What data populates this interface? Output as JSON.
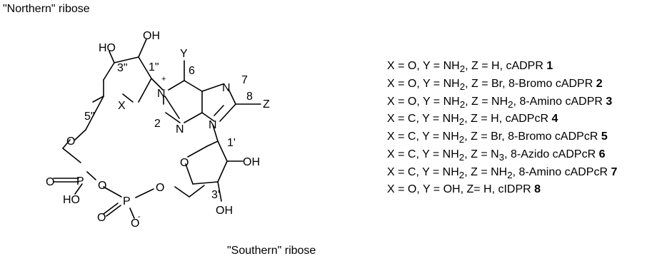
{
  "captions": {
    "northern": "\"Northern\" ribose",
    "southern": "\"Southern\" ribose"
  },
  "atom_labels": {
    "HO": "HO",
    "OH": "OH",
    "O": "O",
    "P": "P",
    "N": "N",
    "X": "X",
    "Y": "Y",
    "Z": "Z",
    "plus": "+",
    "minus": "-",
    "HO_left": "HO",
    "OH_right": "OH",
    "OH_bottom": "OH"
  },
  "positions": {
    "p3pp": "3\"",
    "p1pp": "1\"",
    "p5pp": "5\"",
    "p6": "6",
    "p7": "7",
    "p8": "8",
    "p2": "2",
    "p1p": "1'",
    "p3p": "3'"
  },
  "compounds": [
    {
      "conditions": "X = O, Y = NH",
      "sub": "2",
      "rest": ", Z = H, cADPR ",
      "num": "1"
    },
    {
      "conditions": "X = O, Y = NH",
      "sub": "2",
      "rest": ", Z = Br, 8-Bromo cADPR ",
      "num": "2"
    },
    {
      "conditions": "X = O, Y = NH",
      "sub": "2",
      "rest": ", Z = NH",
      "sub2": "2",
      "rest2": ", 8-Amino cADPR ",
      "num": "3"
    },
    {
      "conditions": "X = C, Y = NH",
      "sub": "2",
      "rest": ", Z = H, cADPcR ",
      "num": "4"
    },
    {
      "conditions": "X = C, Y = NH",
      "sub": "2",
      "rest": ", Z = Br, 8-Bromo cADPcR ",
      "num": "5"
    },
    {
      "conditions": "X = C, Y = NH",
      "sub": "2",
      "rest": ", Z = N",
      "sub2": "3",
      "rest2": ", 8-Azido cADPcR ",
      "num": "6"
    },
    {
      "conditions": "X = C, Y = NH",
      "sub": "2",
      "rest": ", Z = NH",
      "sub2": "2",
      "rest2": ", 8-Amino cADPcR ",
      "num": "7"
    },
    {
      "conditions": "X = O, Y = OH, Z= H, cIDPR ",
      "num": "8"
    }
  ]
}
